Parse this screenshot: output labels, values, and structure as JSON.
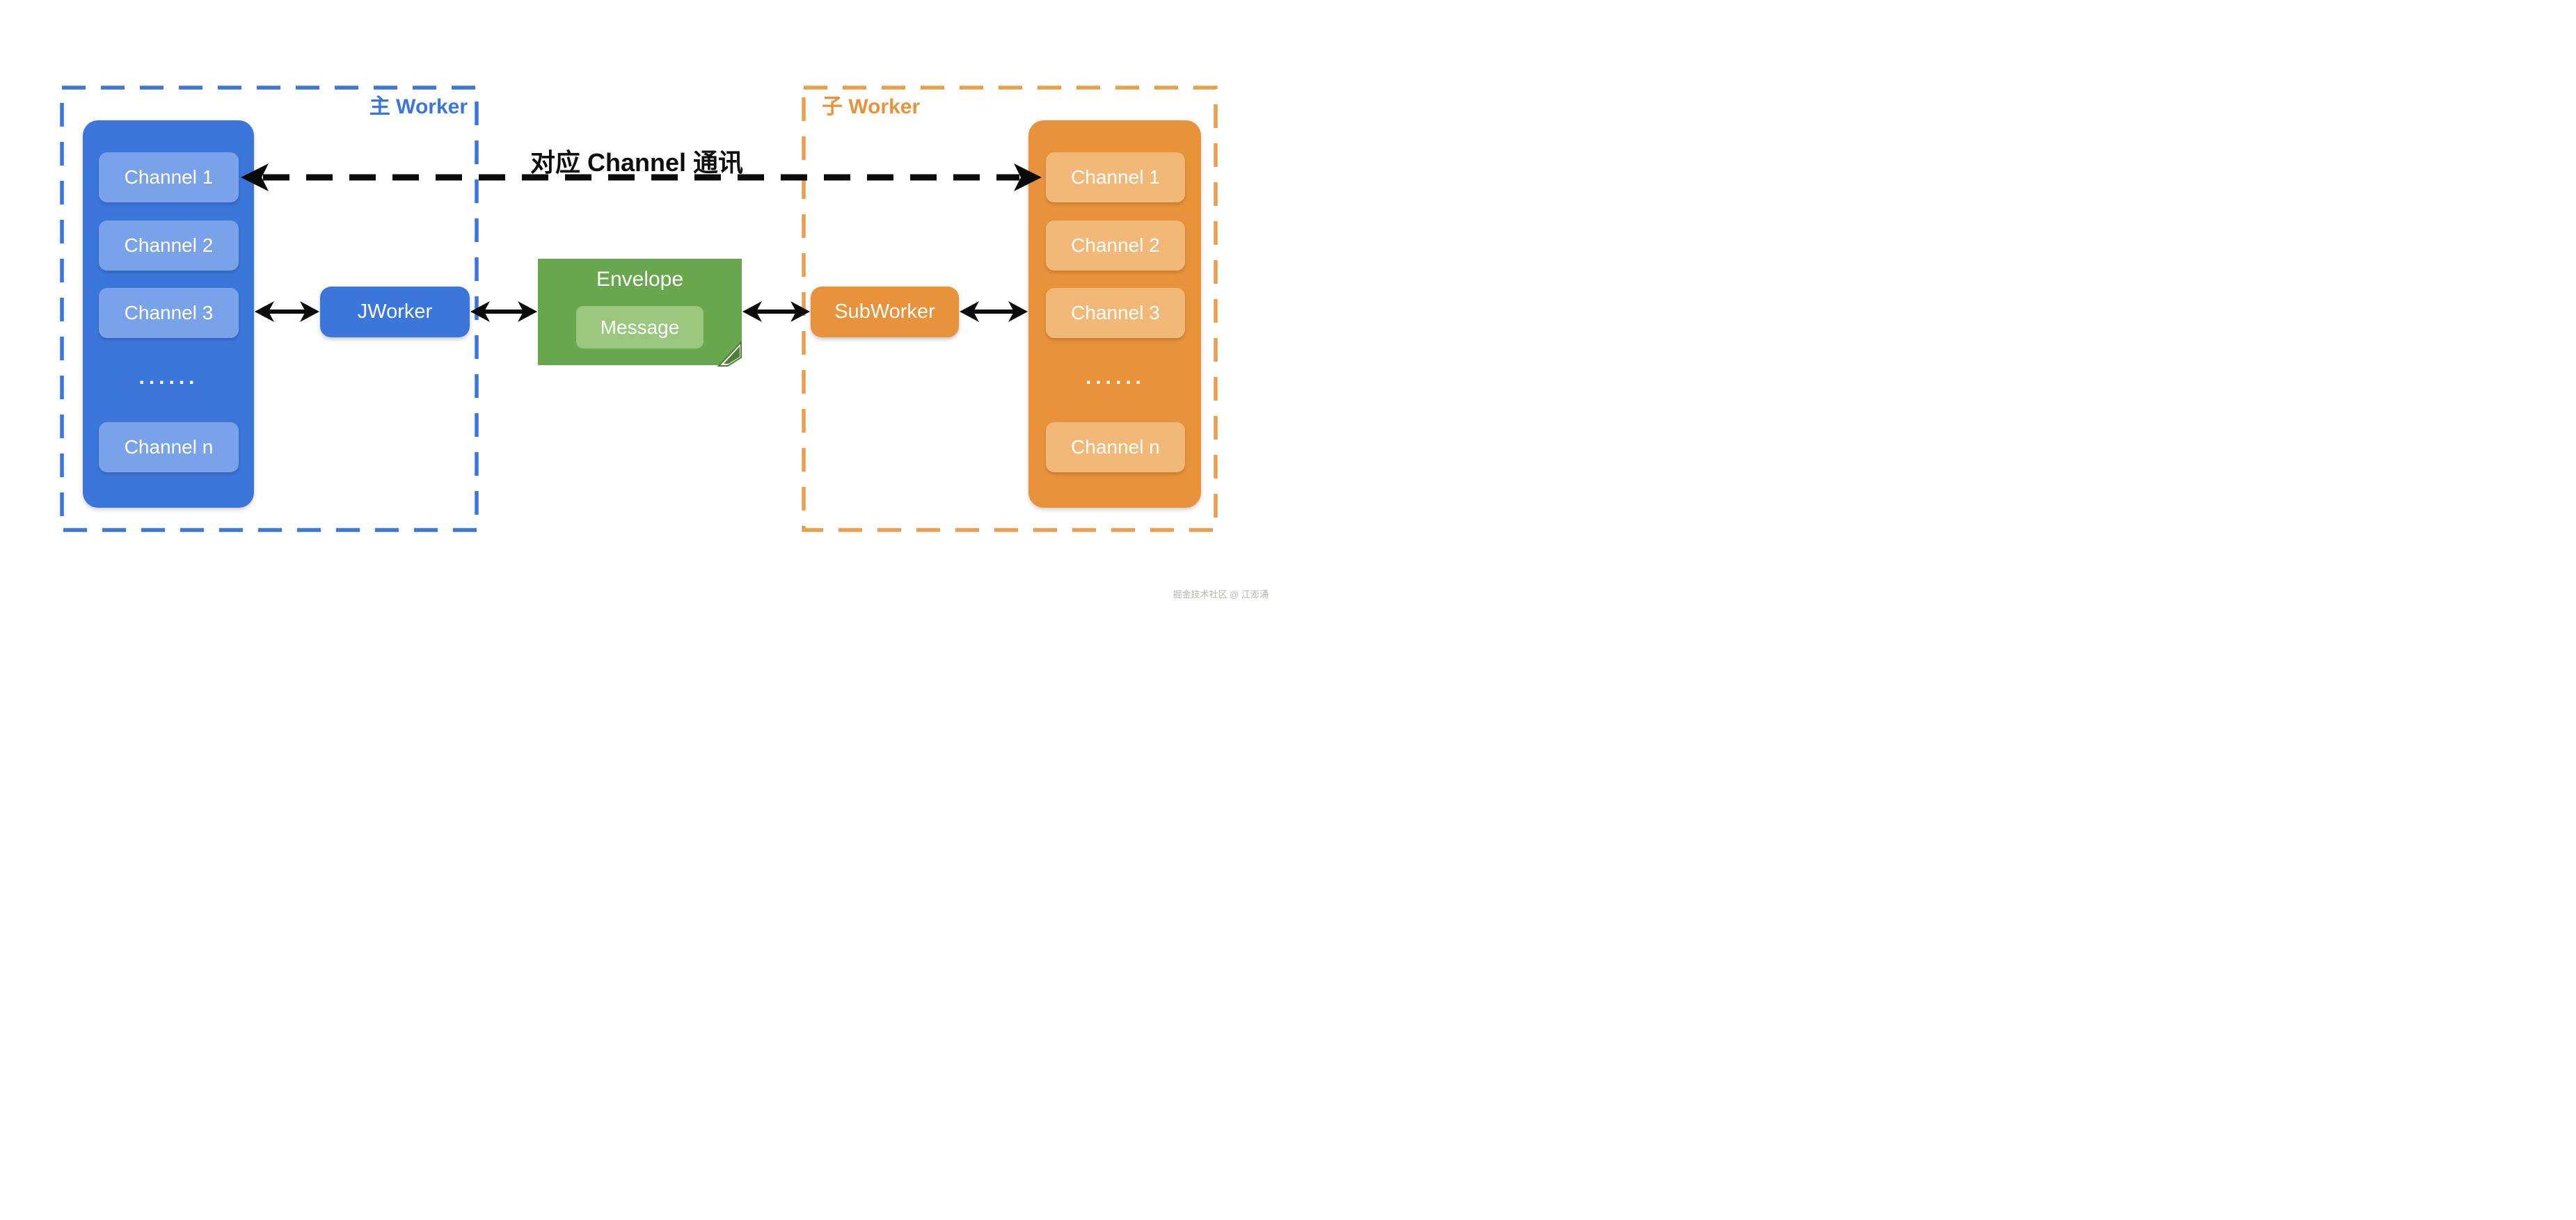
{
  "diagram": {
    "main_worker": {
      "label": "主 Worker",
      "worker_label": "JWorker",
      "channels": [
        "Channel 1",
        "Channel 2",
        "Channel 3"
      ],
      "ellipsis": "......",
      "channel_n": "Channel n"
    },
    "sub_worker": {
      "label": "子 Worker",
      "worker_label": "SubWorker",
      "channels": [
        "Channel 1",
        "Channel 2",
        "Channel 3"
      ],
      "ellipsis": "......",
      "channel_n": "Channel n"
    },
    "envelope": {
      "title": "Envelope",
      "message_label": "Message"
    },
    "channel_link_label": "对应 Channel 通讯",
    "watermark": "掘金技术社区 @ 江澎涌"
  },
  "colors": {
    "blue": "#3b76da",
    "blue-light": "#7aa2e8",
    "orange": "#e8923c",
    "orange-light": "#f2b878",
    "orange-dash": "#e99f4c",
    "green": "#69a74e",
    "green-dark": "#4e7d35",
    "green-light": "#9bc67e",
    "arrow-black": "#0a0a0a",
    "watermark-gray": "#b9b6b2"
  }
}
